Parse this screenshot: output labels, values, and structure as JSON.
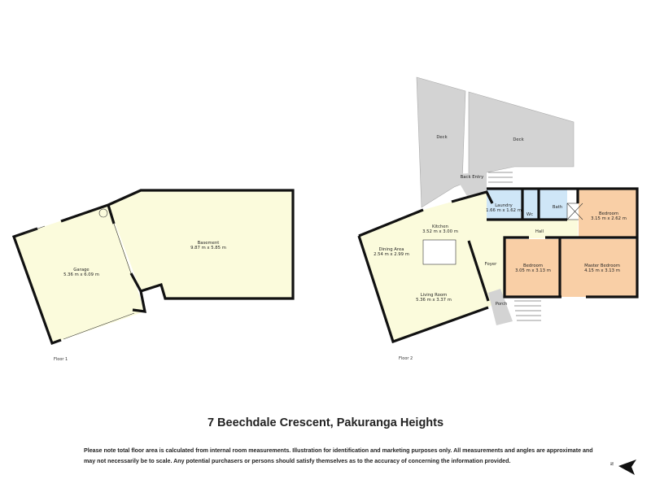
{
  "title": "7 Beechdale Crescent, Pakuranga Heights",
  "disclaimer": "Please note total floor area is calculated from internal room measurements.  Illustration for identification and marketing purposes only.  All measurements and angles are approximate and may not necessarily be to scale.  Any potential purchasers or persons should satisfy themselves as to the accuracy of concerning the information provided.",
  "colors": {
    "living": "#fbfbdc",
    "bedroom": "#f9cfa6",
    "wet": "#cfe6f7",
    "outdoor": "#d3d3d3"
  },
  "floor1": {
    "label": "Floor 1",
    "rooms": [
      {
        "name": "Garage",
        "size": "5.36 m x 6.09 m"
      },
      {
        "name": "Basement",
        "size": "9.87 m x 5.85 m"
      }
    ]
  },
  "floor2": {
    "label": "Floor 2",
    "rooms": [
      {
        "name": "Deck",
        "size": ""
      },
      {
        "name": "Deck",
        "size": ""
      },
      {
        "name": "Back Entry",
        "size": ""
      },
      {
        "name": "Laundry",
        "size": "1.66 m x 1.62 m"
      },
      {
        "name": "Wc",
        "size": ""
      },
      {
        "name": "Bath",
        "size": ""
      },
      {
        "name": "Bedroom",
        "size": "3.15 m x 2.62 m"
      },
      {
        "name": "Kitchen",
        "size": "3.52 m x 3.00 m"
      },
      {
        "name": "Hall",
        "size": ""
      },
      {
        "name": "Dining Area",
        "size": "2.54 m x 2.99 m"
      },
      {
        "name": "Foyer",
        "size": ""
      },
      {
        "name": "Bedroom",
        "size": "3.05 m x 3.13 m"
      },
      {
        "name": "Master Bedroom",
        "size": "4.15 m x 3.13 m"
      },
      {
        "name": "Living Room",
        "size": "5.36 m x 3.37 m"
      },
      {
        "name": "Porch",
        "size": ""
      }
    ]
  },
  "compass": {
    "label": "N",
    "icon": "north-arrow-icon"
  }
}
